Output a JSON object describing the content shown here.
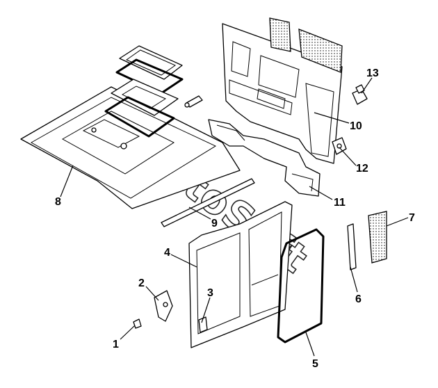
{
  "diagram": {
    "callouts": [
      {
        "id": "1",
        "label": "1"
      },
      {
        "id": "2",
        "label": "2"
      },
      {
        "id": "3",
        "label": "3"
      },
      {
        "id": "4",
        "label": "4"
      },
      {
        "id": "5",
        "label": "5"
      },
      {
        "id": "6",
        "label": "6"
      },
      {
        "id": "7",
        "label": "7"
      },
      {
        "id": "8",
        "label": "8"
      },
      {
        "id": "9",
        "label": "9"
      },
      {
        "id": "10",
        "label": "10"
      },
      {
        "id": "11",
        "label": "11"
      },
      {
        "id": "12",
        "label": "12"
      },
      {
        "id": "13",
        "label": "13"
      }
    ],
    "watermark": "AutoSoft"
  }
}
